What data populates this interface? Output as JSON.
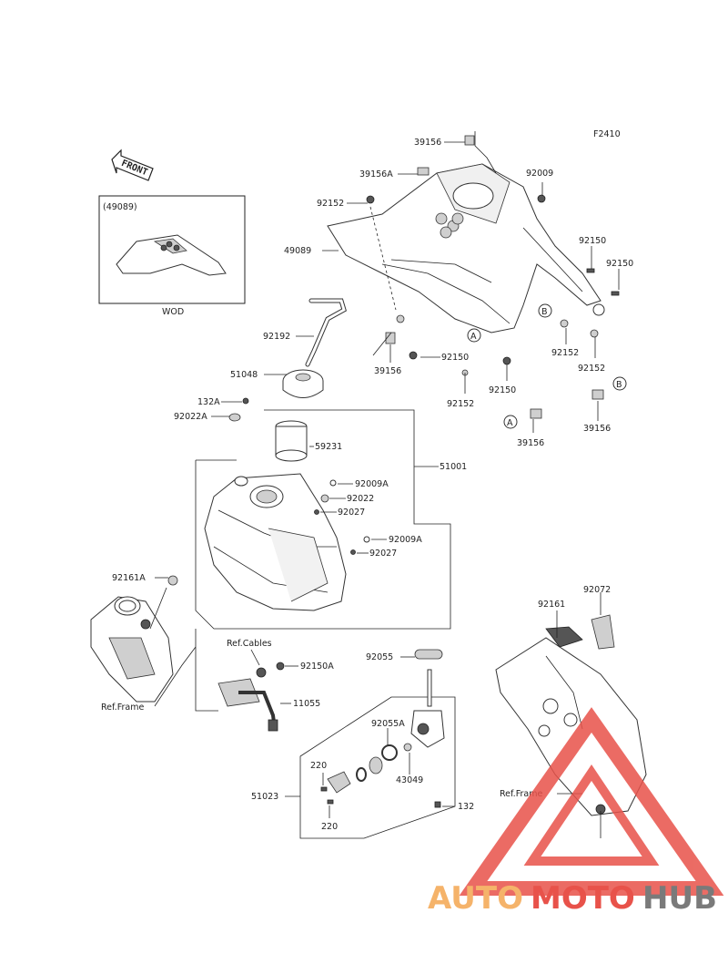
{
  "figure_code": "F2410",
  "front_label": "FRONT",
  "inset": {
    "title": "(49089)",
    "caption": "WOD"
  },
  "part_labels": {
    "p39156_top": "39156",
    "p39156A": "39156A",
    "p92009": "92009",
    "p92152_left": "92152",
    "p49089": "49089",
    "p92150_r1": "92150",
    "p92150_r2": "92150",
    "p92192": "92192",
    "p92150_mid": "92150",
    "p51048": "51048",
    "p39156_mid": "39156",
    "p92152_r": "92152",
    "p92152_mid": "92152",
    "p92150_low": "92150",
    "p92152_r2": "92152",
    "p132A": "132A",
    "p92022A": "92022A",
    "p39156_low": "39156",
    "p39156_lowr": "39156",
    "p59231": "59231",
    "p51001": "51001",
    "p92009A_1": "92009A",
    "p92022": "92022",
    "p92027_1": "92027",
    "p92009A_2": "92009A",
    "p92027_2": "92027",
    "p92161A": "92161A",
    "p92161": "92161",
    "p92072": "92072",
    "ref_cables": "Ref.Cables",
    "p92150A": "92150A",
    "p92055": "92055",
    "ref_frame_left": "Ref.Frame",
    "p11055": "11055",
    "p92055A": "92055A",
    "p220_top": "220",
    "p43049": "43049",
    "p51023": "51023",
    "ref_frame_right": "Ref.Frame",
    "p132": "132",
    "p220_bot": "220"
  },
  "callouts": {
    "A1": "A",
    "B1": "B",
    "B2": "B",
    "A2": "A"
  },
  "watermark": {
    "part1": "AUTO",
    "part2": "MOTO",
    "part3": "HUB"
  }
}
